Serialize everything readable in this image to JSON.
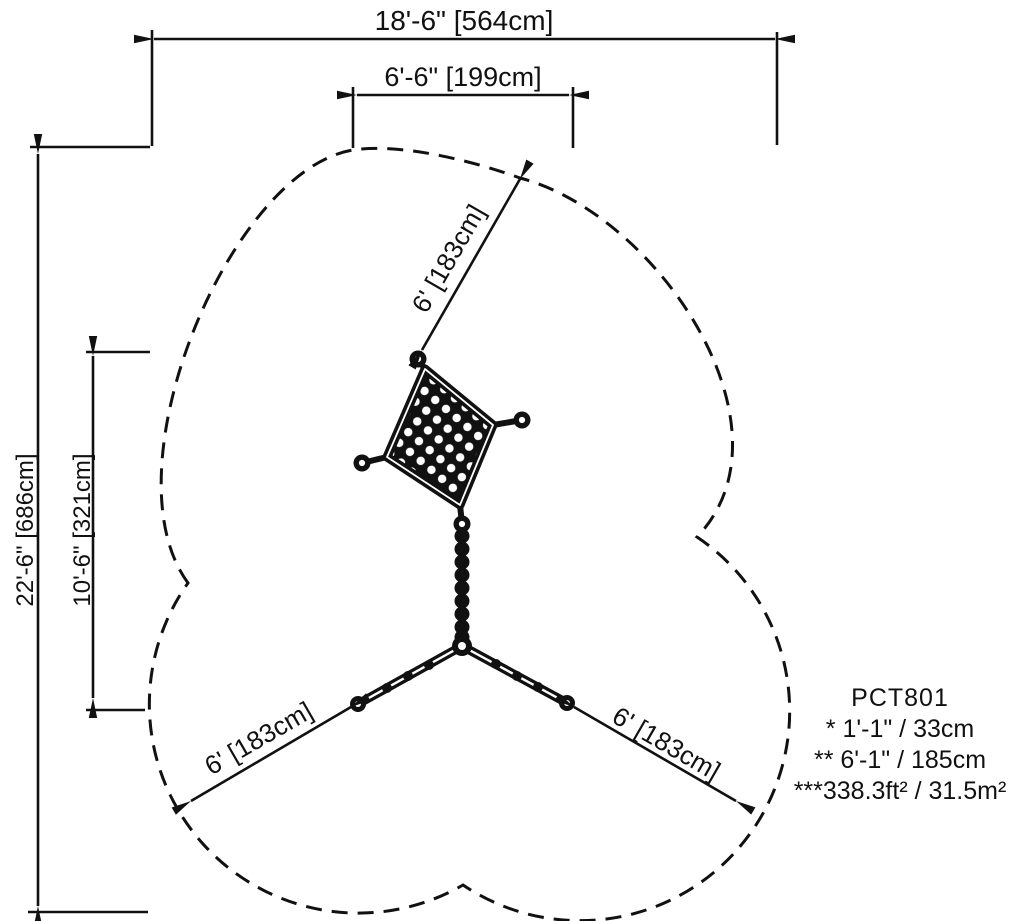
{
  "product": {
    "model": "PCT801",
    "notes": [
      "* 1'-1\" / 33cm",
      "** 6'-1\" / 185cm",
      "***338.3ft² / 31.5m²"
    ]
  },
  "dimensions": {
    "overall_width": "18'-6\" [564cm]",
    "net_width": "6'-6\" [199cm]",
    "overall_depth": "22'-6\" [686cm]",
    "structure_depth": "10'-6\" [321cm]",
    "clearance_top": "6' [183cm]",
    "clearance_left": "6' [183cm]",
    "clearance_right": "6' [183cm]"
  },
  "colors": {
    "line": "#111111",
    "background": "#ffffff"
  }
}
